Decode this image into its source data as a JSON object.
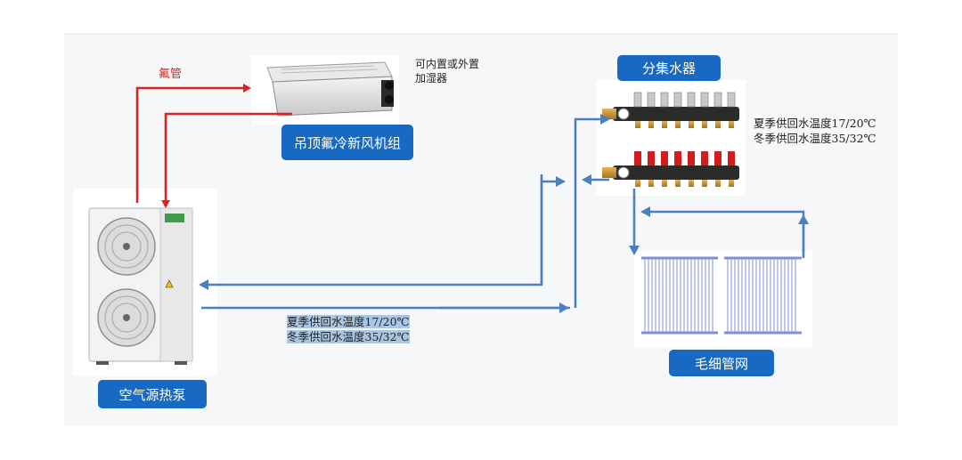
{
  "labels": {
    "fluorine_pipe": "氟管",
    "humidifier_note_line1": "可内置或外置",
    "humidifier_note_line2": "加湿器",
    "fresh_air_unit": "吊顶氟冷新风机组",
    "manifold": "分集水器",
    "heat_pump": "空气源热泵",
    "capillary_mat": "毛细管网"
  },
  "temperatures": {
    "manifold_summer": "夏季供回水温度17/20℃",
    "manifold_winter": "冬季供回水温度35/32℃",
    "pipe_summer": "夏季供回水温度17/20℃",
    "pipe_winter": "冬季供回水温度35/32℃"
  },
  "colors": {
    "label_fill": "#1769c2",
    "refrigerant_line": "#e02020",
    "water_line": "#4a7fc0",
    "highlight": "#a9c6e4"
  }
}
